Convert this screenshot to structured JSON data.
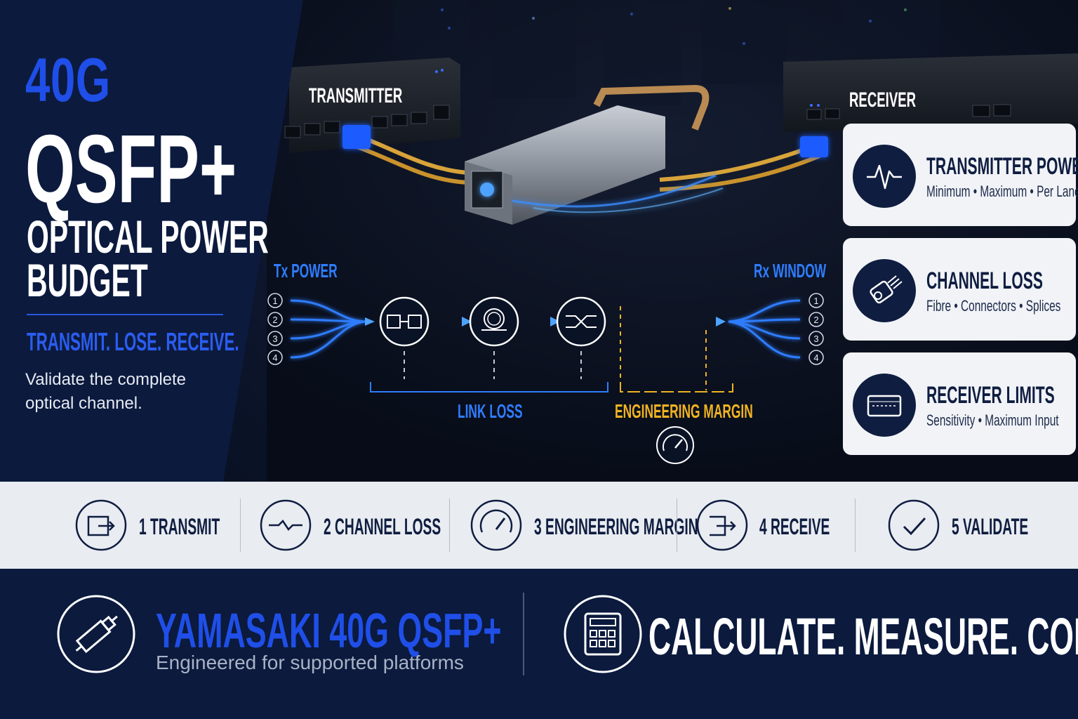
{
  "hero": {
    "line1": "40G",
    "line2": "QSFP+",
    "line3": "OPTICAL POWER",
    "line4": "BUDGET",
    "tagline": "TRANSMIT. LOSE. RECEIVE.",
    "description": "Validate the complete optical channel."
  },
  "scene": {
    "transmitter_label": "TRANSMITTER",
    "receiver_label": "RECEIVER"
  },
  "diagram": {
    "tx_label": "Tx POWER",
    "rx_label": "Rx WINDOW",
    "tx_lanes": [
      "1",
      "2",
      "3",
      "4"
    ],
    "rx_lanes": [
      "1",
      "2",
      "3",
      "4"
    ],
    "link_loss_label": "LINK LOSS",
    "margin_label": "ENGINEERING MARGIN",
    "components": [
      "connector-icon",
      "fibre-coil-icon",
      "splice-icon"
    ],
    "colors": {
      "blue": "#1f6bff",
      "glow": "#4da3ff",
      "margin": "#f0b321"
    }
  },
  "cards": [
    {
      "title": "TRANSMITTER POWER",
      "subtitle": "Minimum • Maximum • Per Lane",
      "icon": "waveform-icon"
    },
    {
      "title": "CHANNEL LOSS",
      "subtitle": "Fibre • Connectors • Splices",
      "icon": "fibre-connector-icon"
    },
    {
      "title": "RECEIVER LIMITS",
      "subtitle": "Sensitivity • Maximum Input",
      "icon": "receiver-module-icon"
    }
  ],
  "steps": [
    {
      "label": "1 TRANSMIT",
      "icon": "transmit-icon"
    },
    {
      "label": "2 CHANNEL LOSS",
      "icon": "channel-loss-icon"
    },
    {
      "label": "3 ENGINEERING MARGIN",
      "icon": "gauge-icon"
    },
    {
      "label": "4 RECEIVE",
      "icon": "receive-icon"
    },
    {
      "label": "5 VALIDATE",
      "icon": "check-icon"
    }
  ],
  "footer": {
    "brand": "YAMASAKI 40G QSFP+",
    "brand_sub": "Engineered for supported platforms",
    "cta": "CALCULATE. MEASURE. CONFIRM."
  },
  "theme": {
    "navy": "#0b1a3d",
    "brand_blue": "#1f4fe8",
    "light": "#e9ecf1"
  }
}
